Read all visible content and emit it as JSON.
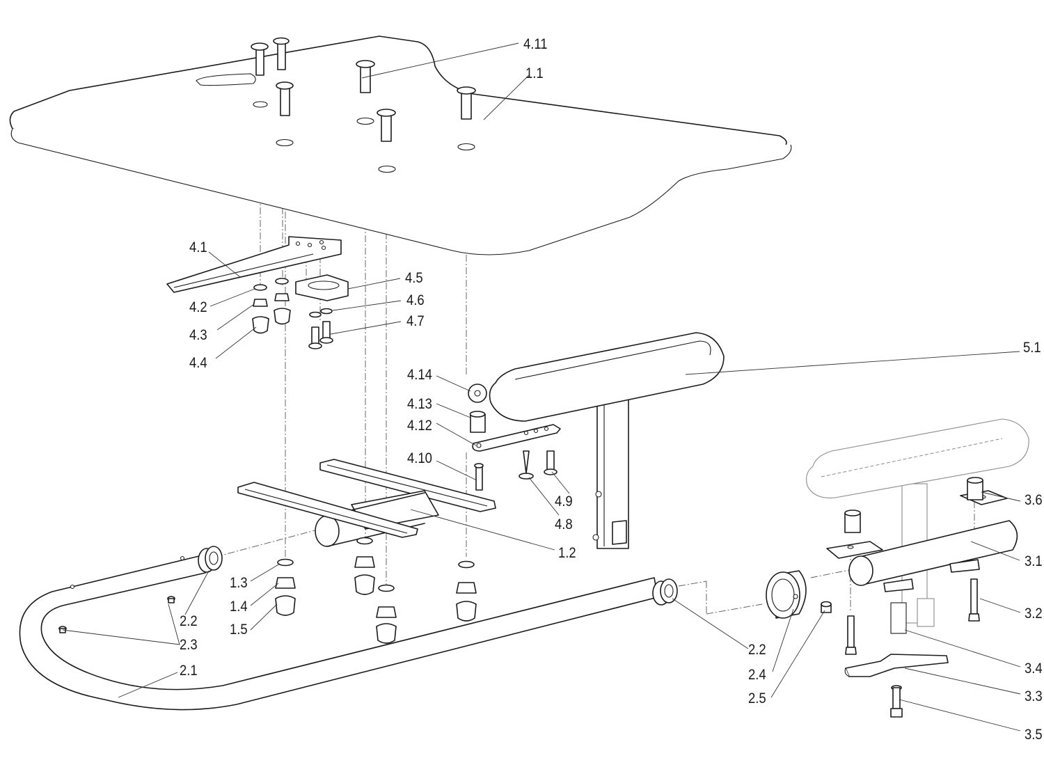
{
  "colors": {
    "line": "#1a1a1a",
    "ghost": "#8a8a8a",
    "background": "#ffffff"
  },
  "callouts": {
    "c_4_11": "4.11",
    "c_1_1": "1.1",
    "c_4_1": "4.1",
    "c_4_5": "4.5",
    "c_4_2": "4.2",
    "c_4_6": "4.6",
    "c_4_3": "4.3",
    "c_4_7": "4.7",
    "c_4_4": "4.4",
    "c_5_1": "5.1",
    "c_4_14": "4.14",
    "c_4_13": "4.13",
    "c_4_12": "4.12",
    "c_4_10": "4.10",
    "c_4_9": "4.9",
    "c_4_8": "4.8",
    "c_3_6": "3.6",
    "c_1_2": "1.2",
    "c_3_1": "3.1",
    "c_1_3": "1.3",
    "c_1_4": "1.4",
    "c_1_5": "1.5",
    "c_2_2a": "2.2",
    "c_2_3": "2.3",
    "c_2_1": "2.1",
    "c_2_2b": "2.2",
    "c_2_4": "2.4",
    "c_2_5": "2.5",
    "c_3_2": "3.2",
    "c_3_4": "3.4",
    "c_3_3": "3.3",
    "c_3_5": "3.5"
  }
}
